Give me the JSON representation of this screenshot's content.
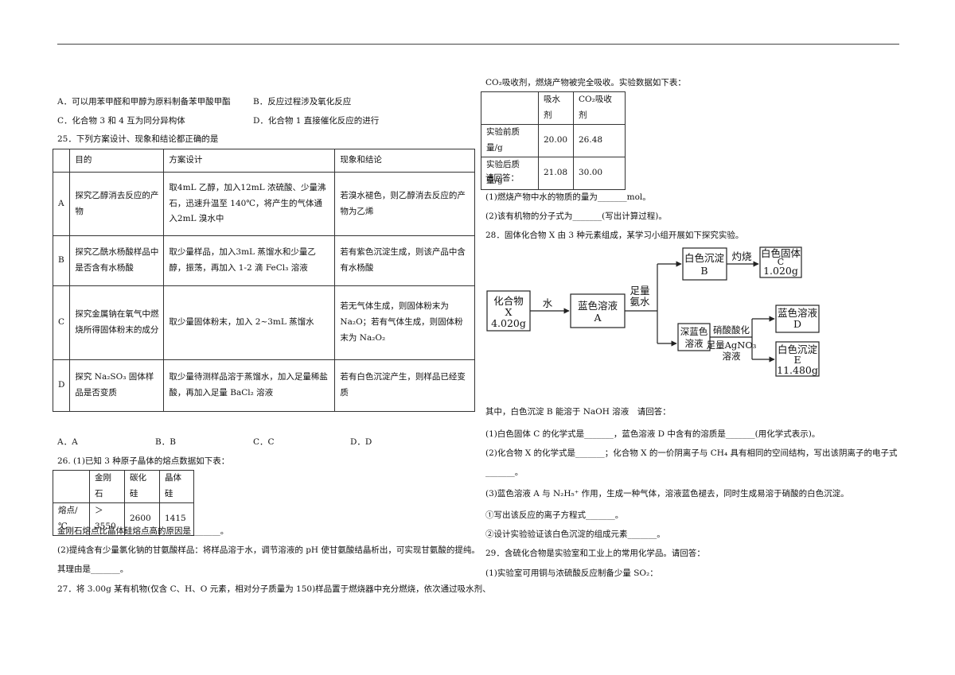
{
  "q24": {
    "A": "A．可以用苯甲醛和甲醇为原料制备苯甲酸甲酯",
    "B": "B．反应过程涉及氧化反应",
    "C": "C．化合物 3 和 4 互为同分异构体",
    "D": "D．化合物 1 直接催化反应的进行"
  },
  "q25": {
    "stem": "25．下列方案设计、现象和结论都正确的是",
    "header": [
      "目的",
      "方案设计",
      "现象和结论"
    ],
    "rows": [
      {
        "letter": "A",
        "purpose": "探究乙醇消去反应的产物",
        "design": "取4mL 乙醇，加入12mL 浓硫酸、少量沸石，迅速升温至 140℃，将产生的气体通入2mL 溴水中",
        "result": "若溴水褪色，则乙醇消去反应的产物为乙烯"
      },
      {
        "letter": "B",
        "purpose": "探究乙酰水杨酸样品中是否含有水杨酸",
        "design": "取少量样品，加入3mL 蒸馏水和少量乙醇，振荡，再加入 1-2 滴 FeCl₃ 溶液",
        "result": "若有紫色沉淀生成，则该产品中含有水杨酸"
      },
      {
        "letter": "C",
        "purpose": "探究金属钠在氧气中燃烧所得固体粉末的成分",
        "design": "取少量固体粉末，加入 2~3mL 蒸馏水",
        "result": "若无气体生成，则固体粉末为 Na₂O；若有气体生成，则固体粉末为 Na₂O₂"
      },
      {
        "letter": "D",
        "purpose": "探究 Na₂SO₃ 固体样品是否变质",
        "design": "取少量待测样品溶于蒸馏水，加入足量稀盐酸，再加入足量 BaCl₂ 溶液",
        "result": "若有白色沉淀产生，则样品已经变质"
      }
    ],
    "options": [
      "A．A",
      "B．B",
      "C．C",
      "D．D"
    ]
  },
  "q26": {
    "stem": "26. (1)已知 3 种原子晶体的熔点数据如下表：",
    "header": [
      "",
      "金刚石",
      "碳化硅",
      "晶体硅"
    ],
    "row": [
      "熔点/℃",
      "＞3550",
      "2600",
      "1415"
    ],
    "l1": "金刚石熔点比晶体硅熔点高的原因是_______。",
    "l2": "(2)提纯含有少量氯化钠的甘氨酸样品：将样品溶于水，调节溶液的 pH 使甘氨酸结晶析出，可实现甘氨酸的提纯。",
    "l3": "其理由是_______。"
  },
  "q27": {
    "l1": "27．将 3.00g 某有机物(仅含 C、H、O 元素，相对分子质量为 150)样品置于燃烧器中充分燃烧，依次通过吸水剂、",
    "l2": "CO₂吸收剂，燃烧产物被完全吸收。实验数据如下表：",
    "header": [
      "",
      "吸水剂",
      "CO₂吸收剂"
    ],
    "rows": [
      [
        "实验前质量/g",
        "20.00",
        "26.48"
      ],
      [
        "实验后质量/g",
        "21.08",
        "30.00"
      ]
    ],
    "l3": "请回答：",
    "l4": "(1)燃烧产物中水的物质的量为_______mol。",
    "l5": "(2)该有机物的分子式为_______(写出计算过程)。"
  },
  "q28": {
    "stem": "28．固体化合物 X 由 3 种元素组成，某学习小组开展如下探究实验。",
    "diagram": {
      "x1": "化合物",
      "x2": "X",
      "x3": "4.020g",
      "water": "水",
      "a1": "蓝色溶液",
      "a2": "A",
      "nh3a": "足量",
      "nh3b": "氨水",
      "b1": "白色沉淀",
      "b2": "B",
      "burn": "灼烧",
      "c1": "白色固体",
      "c2": "C",
      "c3": "1.020g",
      "deep1": "深蓝色",
      "deep2": "溶液",
      "acid1": "硝酸酸化",
      "acid2": "足量AgNO₃",
      "acid3": "溶液",
      "d1": "蓝色溶液",
      "d2": "D",
      "e1": "白色沉淀",
      "e2": "E",
      "e3": "11.480g"
    },
    "l1": "其中，白色沉淀 B 能溶于 NaOH 溶液　请回答：",
    "l2": "(1)白色固体 C 的化学式是_______，蓝色溶液 D 中含有的溶质是_______(用化学式表示)。",
    "l3": "(2)化合物 X 的化学式是_______；化合物 X 的一价阴离子与 CH₄ 具有相同的空间结构，写出该阴离子的电子式",
    "l4": "_______。",
    "l5": "(3)蓝色溶液 A 与 N₂H₅⁺ 作用，生成一种气体，溶液蓝色褪去，同时生成易溶于硝酸的白色沉淀。",
    "l6": "①写出该反应的离子方程式_______。",
    "l7": "②设计实验验证该白色沉淀的组成元素_______。"
  },
  "q29": {
    "stem": "29．含硫化合物是实验室和工业上的常用化学品。请回答：",
    "l1": "(1)实验室可用铜与浓硫酸反应制备少量 SO₂："
  }
}
